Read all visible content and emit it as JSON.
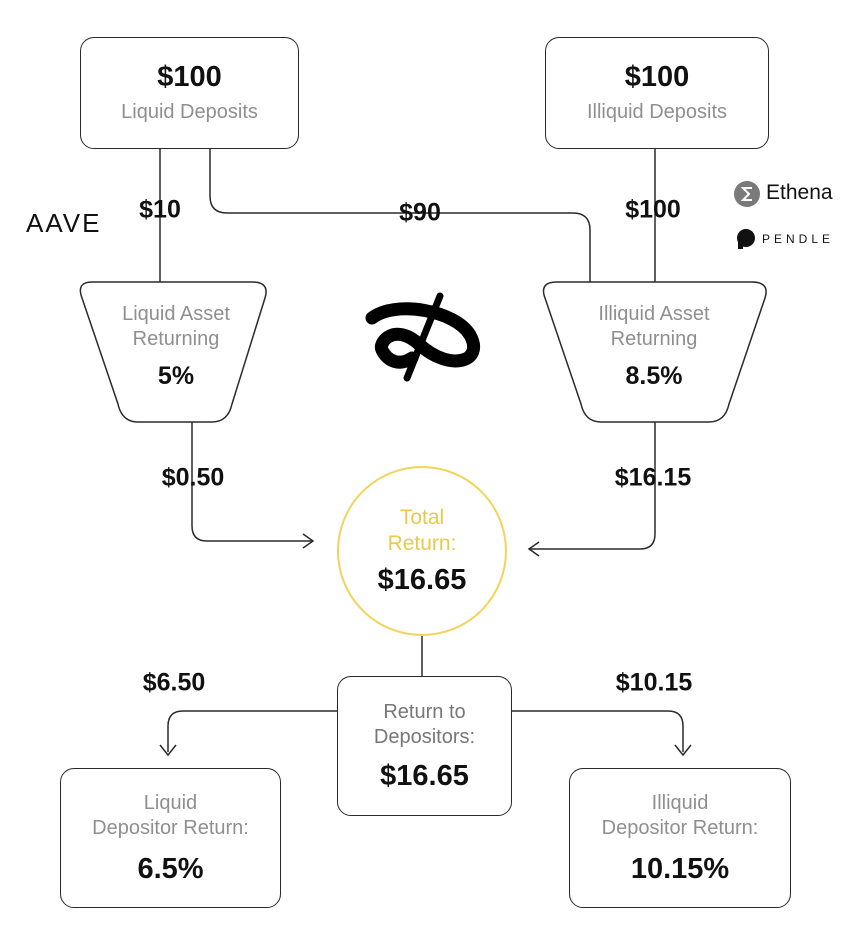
{
  "deposits": {
    "liquid": {
      "amount": "$100",
      "label": "Liquid Deposits"
    },
    "illiquid": {
      "amount": "$100",
      "label": "Illiquid Deposits"
    }
  },
  "flows": {
    "liquid_to_aave": "$10",
    "liquid_to_illiquid": "$90",
    "illiquid_to_asset": "$100",
    "liquid_return": "$0.50",
    "illiquid_return": "$16.15",
    "to_liquid_depositors": "$6.50",
    "to_illiquid_depositors": "$10.15"
  },
  "assets": {
    "liquid": {
      "line1": "Liquid Asset",
      "line2": "Returning",
      "rate": "5%"
    },
    "illiquid": {
      "line1": "Illiquid Asset",
      "line2": "Returning",
      "rate": "8.5%"
    }
  },
  "total": {
    "line1": "Total",
    "line2": "Return:",
    "amount": "$16.65"
  },
  "return_to_depositors": {
    "line1": "Return to",
    "line2": "Depositors:",
    "amount": "$16.65"
  },
  "depositor_returns": {
    "liquid": {
      "line1": "Liquid",
      "line2": "Depositor Return:",
      "rate": "6.5%"
    },
    "illiquid": {
      "line1": "Illiquid",
      "line2": "Depositor Return:",
      "rate": "10.15%"
    }
  },
  "logos": {
    "aave": "AAVE",
    "ethena": "Ethena",
    "pendle": "PENDLE"
  },
  "colors": {
    "accent_gold": "#f2d45c",
    "muted_text": "#8f8f8f",
    "line": "#2a2a2a"
  }
}
